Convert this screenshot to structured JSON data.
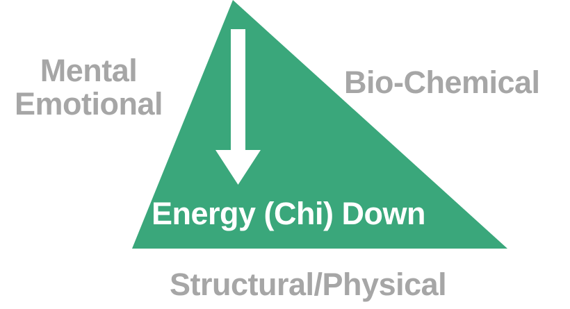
{
  "diagram": {
    "title": "Energy (Chi) Down triangle of health",
    "background_color": "#ffffff",
    "shape": {
      "name": "triangle",
      "fill_color": "#3aa77b",
      "apex": "335,0",
      "bottom_left": "190,358",
      "bottom_right": "730,358"
    },
    "arrow": {
      "name": "down-arrow",
      "color": "#ffffff",
      "direction": "down"
    },
    "labels": {
      "top_left_line1": "Mental",
      "top_left_line2": "Emotional",
      "top_right": "Bio-Chemical",
      "inside": "Energy (Chi) Down",
      "bottom": "Structural/Physical"
    },
    "colors": {
      "green": "#3aa77b",
      "gray": "#a6a6a6",
      "white": "#ffffff"
    }
  }
}
